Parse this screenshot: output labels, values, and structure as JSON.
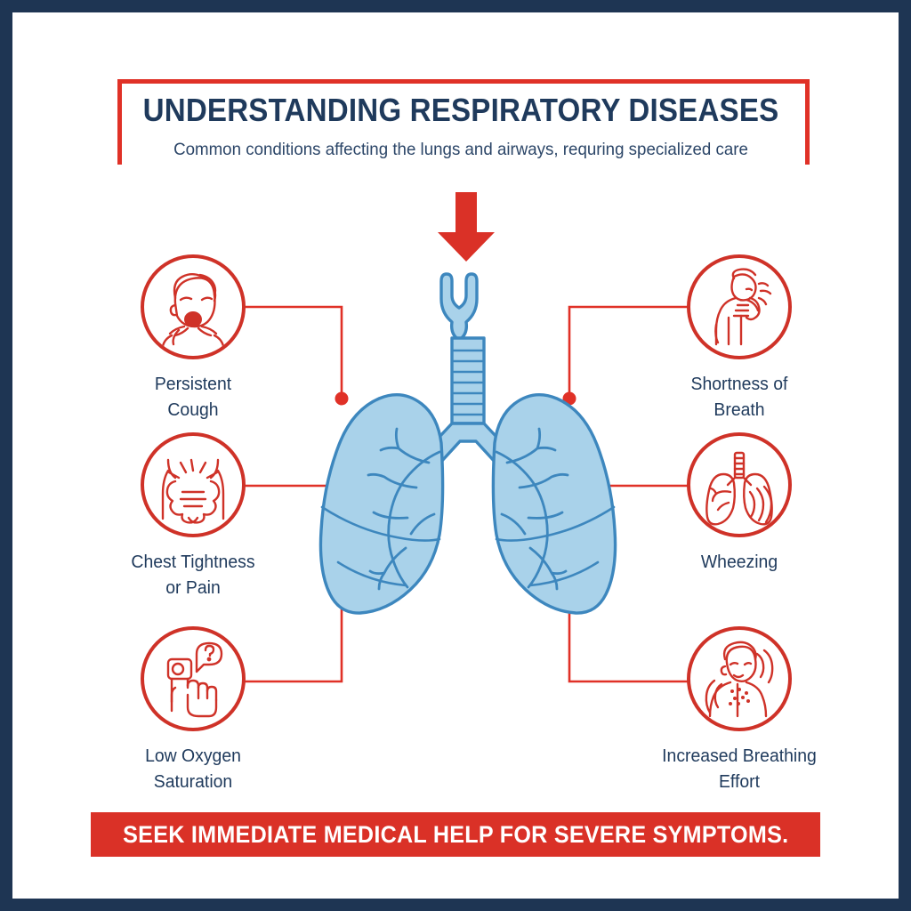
{
  "poster": {
    "frame_color": "#1e3553",
    "background": "#ffffff",
    "accent_red": "#da3127",
    "icon_red": "#cf3228",
    "navy_text": "#1f3a5c",
    "lung_fill": "#a9d2ea",
    "lung_stroke": "#3d87be"
  },
  "header": {
    "title": "UNDERSTANDING RESPIRATORY DISEASES",
    "subtitle": "Common conditions affecting the lungs and airways, requring specialized care",
    "bracket_icon": "bracket-frame",
    "arrow_icon": "down-arrow-icon"
  },
  "diagram": {
    "central_icon": "lungs-anatomy-illustration",
    "connector_dots": 6
  },
  "symptoms": {
    "left": [
      {
        "label_line1": "Persistent",
        "label_line2": "Cough",
        "icon": "coughing-person-icon"
      },
      {
        "label_line1": "Chest Tightness",
        "label_line2": "or Pain",
        "icon": "chest-pain-hands-icon"
      },
      {
        "label_line1": "Low Oxygen",
        "label_line2": "Saturation",
        "icon": "pulse-oximeter-finger-icon"
      }
    ],
    "right": [
      {
        "label_line1": "Shortness of",
        "label_line2": "Breath",
        "icon": "breathless-person-icon"
      },
      {
        "label_line1": "Wheezing",
        "label_line2": "",
        "icon": "lungs-wheeze-icon"
      },
      {
        "label_line1": "Increased Breathing",
        "label_line2": "Effort",
        "icon": "labored-breathing-person-icon"
      }
    ]
  },
  "footer": {
    "text": "SEEK IMMEDIATE MEDICAL HELP FOR SEVERE SYMPTOMS."
  }
}
